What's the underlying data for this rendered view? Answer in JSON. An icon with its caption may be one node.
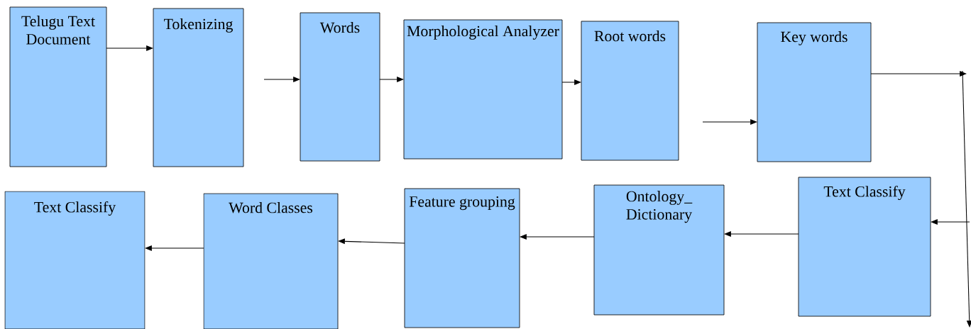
{
  "diagram": {
    "nodes": [
      {
        "text": [
          "Telugu Text Document"
        ]
      },
      {
        "text": [
          "Tokenizing"
        ]
      },
      {
        "text": [
          "Words"
        ]
      },
      {
        "text": [
          "Morphological Analyzer"
        ]
      },
      {
        "text": [
          "Root words"
        ]
      },
      {
        "text": [
          "Key words"
        ]
      },
      {
        "text": [
          "Text Classify"
        ]
      },
      {
        "text": [
          "Word Classes"
        ]
      },
      {
        "text": [
          "Feature grouping"
        ]
      },
      {
        "text": [
          "Ontology_ Dictionary"
        ]
      },
      {
        "text": [
          "Text Classify"
        ]
      }
    ],
    "edges": [
      {
        "from": 0,
        "to": 1,
        "arrow": "to"
      },
      {
        "from": null,
        "to": 2,
        "arrow": "to"
      },
      {
        "from": 2,
        "to": 3,
        "arrow": "to"
      },
      {
        "from": 3,
        "to": 4,
        "arrow": "to"
      },
      {
        "from": null,
        "to": 5,
        "arrow": "to"
      },
      {
        "from": 5,
        "to": null,
        "arrow": "to"
      },
      {
        "from": null,
        "to": 10,
        "arrow": "to"
      },
      {
        "from": 10,
        "to": 9,
        "arrow": "to"
      },
      {
        "from": 9,
        "to": 8,
        "arrow": "to"
      },
      {
        "from": 8,
        "to": 7,
        "arrow": "to"
      },
      {
        "from": 7,
        "to": 6,
        "arrow": "to"
      }
    ]
  }
}
